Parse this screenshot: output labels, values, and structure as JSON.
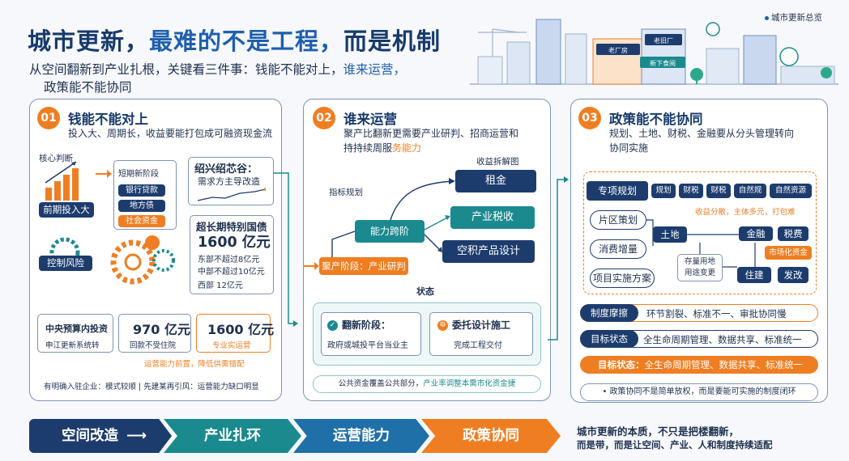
{
  "header": {
    "title_a": "城市更新，",
    "title_b": "最难的不是工程，",
    "title_c": "而是机制",
    "subtitle_a": "从空间翻新到产业扎根，关键看三件事：钱能不能对上，",
    "subtitle_b": "谁来运营，",
    "subtitle_c": "政策能不能协同",
    "tagline": "城市更新总览",
    "building_signs": [
      "老厂房",
      "老旧厂",
      "新下食阅"
    ]
  },
  "panel1": {
    "num": "01",
    "title": "钱能不能对上",
    "desc": "投入大、周期长，收益要能打包成可融资现金流",
    "chart_label": "核心判断",
    "early_invest": "前期投入大",
    "tag_top": "短期新阶段",
    "tag1": "银行贷款",
    "tag2": "地方债",
    "tag3": "社会资金",
    "box_top_title": "绍兴绍芯谷：",
    "box_top_sub": "需求方主导改造",
    "box_big_title": "超长期特别国债",
    "box_big_value": "1600 亿元",
    "box_line1": "东部不超过8亿元",
    "box_line2": "中部不超过10亿元",
    "box_line3": "西部 12亿元",
    "risk": "控制风险",
    "card1_title": "中央预算内投资",
    "card1_sub": "申江更新系统转",
    "card2_value": "970 亿元",
    "card2_sub": "回款不受住院",
    "card3_value": "1600 亿元",
    "card3_sub": "专业实运营",
    "note": "运营能力前置，降低供需错配",
    "footer": "有明确入驻企业：模式较顺 | 先建某再引风：运营能力缺口明显"
  },
  "panel2": {
    "num": "02",
    "title": "谁来运营",
    "desc1": "聚产比翻新更需要产业研判、招商运营和",
    "desc2a": "持持续周服",
    "desc2b": "务能力",
    "income_title": "收益拆解图",
    "income1": "租金",
    "income2": "产业税收",
    "income3": "空积产品设计",
    "plan_label": "指标规划",
    "center": "能力跨阶",
    "stage": "聚产阶段：产业研判",
    "state_label": "状态",
    "renew_title": "翻新阶段：",
    "renew_sub": "政府或城投平台当业主",
    "delegate_title": "委托设计施工",
    "delegate_sub": "完成工程交付",
    "footer_a": "公共资金覆盖公共部分，",
    "footer_b": "产业率调整本需市化资金捷"
  },
  "panel3": {
    "num": "03",
    "title": "政策能不能协同",
    "desc1": "规划、土地、财税、金融要从分头管理转向",
    "desc2": "协同实施",
    "special": "专项规划",
    "tags": [
      "规划",
      "财税",
      "财税",
      "自然规",
      "自然资源"
    ],
    "tag_note": "收益分散，主体多元，打包难",
    "district": "片区策划",
    "consume": "消费增量",
    "project": "项目实施方案",
    "land": "土地",
    "center_a": "存量用地",
    "center_b": "用途变更",
    "finance": "金融",
    "tax": "税费",
    "market": "市场化资金",
    "housing": "住建",
    "reform": "发改",
    "friction_label": "制度摩擦",
    "friction_text": "环节割裂、标准不一、审批协同慢",
    "target_label": "目标状态",
    "target_text": "全生命周期管理、数据共享、标准统一",
    "hl_label": "目标状态：",
    "hl_text": "全生命周期管理、数据共享、标准统一",
    "footer": "政策协同不是简单放权，而是要能可实施的制度闭环"
  },
  "flow": {
    "steps": [
      "空间改造",
      "产业扎环",
      "运营能力",
      "政策协同"
    ],
    "colors": [
      "#1d3c6e",
      "#1b8a8f",
      "#1f6fa8",
      "#ef7e22"
    ],
    "essence1": "城市更新的本质，不只是把楼翻新，",
    "essence2": "而是带，而是让空间、产业、人和制度持续适配"
  },
  "colors": {
    "navy": "#1d3c6e",
    "teal": "#1b8a8f",
    "orange": "#ef7e22",
    "blue": "#1f5fae"
  }
}
